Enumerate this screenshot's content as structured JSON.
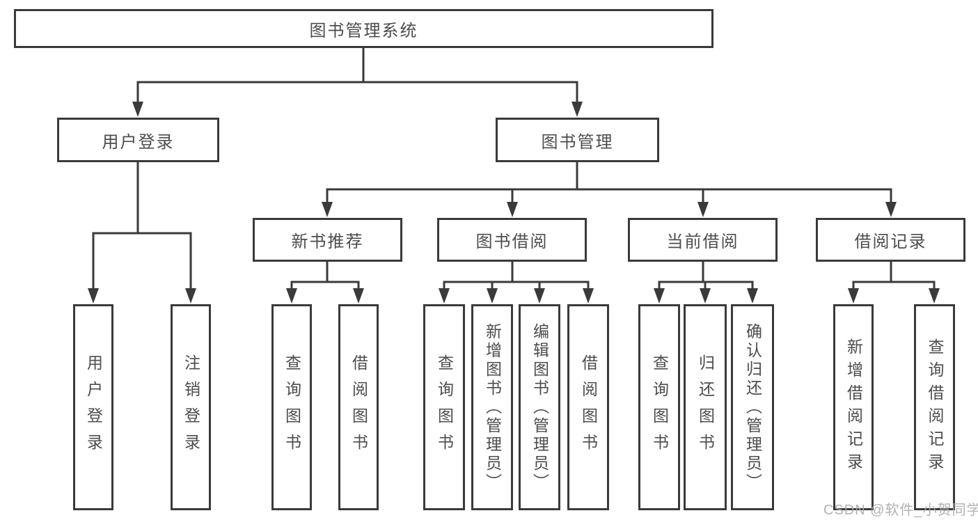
{
  "diagram": {
    "root": "图书管理系统",
    "user_login": "用户登录",
    "book_management": "图书管理",
    "login_children": [
      "用户登录",
      "注销登录"
    ],
    "modules": [
      "新书推荐",
      "图书借阅",
      "当前借阅",
      "借阅记录"
    ],
    "recommend_children": [
      "查询图书",
      "借阅图书"
    ],
    "borrow_children": [
      "查询图书",
      "新增图书（管理员）",
      "编辑图书（管理员）",
      "借阅图书"
    ],
    "current_children": [
      "查询图书",
      "归还图书",
      "确认归还（管理员）"
    ],
    "record_children": [
      "新增借阅记录",
      "查询借阅记录"
    ]
  },
  "watermark": "CSDN @软件_小贺同学",
  "colors": {
    "line": "#3a3a3a",
    "text": "#4c4c4c",
    "watermark": "#a8a8a8",
    "background": "#ffffff"
  }
}
